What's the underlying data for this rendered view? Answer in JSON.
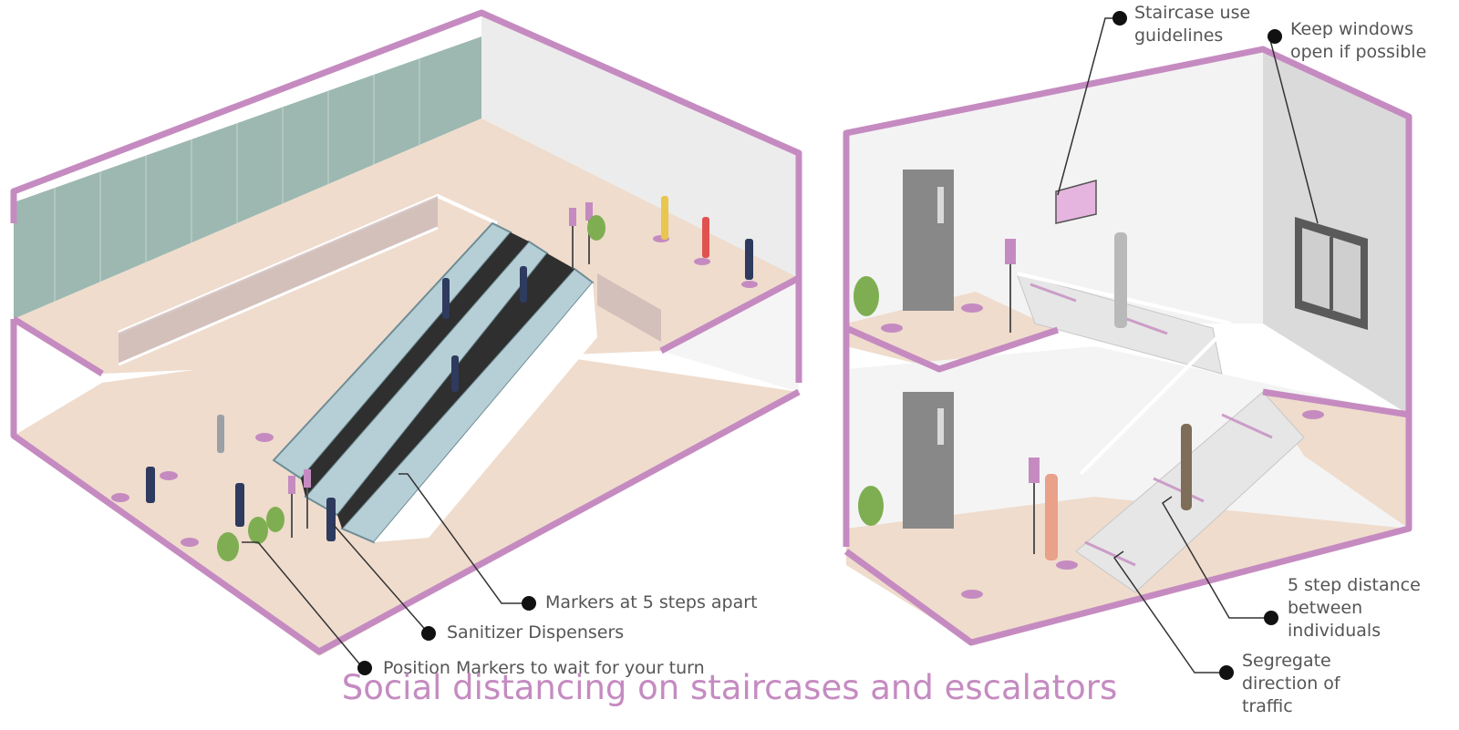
{
  "caption": "Social distancing on staircases and escalators",
  "callouts": {
    "markers_5_steps": "Markers at 5 steps apart",
    "sanitizer": "Sanitizer Dispensers",
    "position_markers": "Position Markers to wait for your turn",
    "staircase_guidelines": [
      "Staircase use",
      "guidelines"
    ],
    "windows": [
      "Keep windows",
      "open if possible"
    ],
    "step_distance": [
      "5 step distance",
      "between",
      "individuals"
    ],
    "segregate": [
      "Segregate",
      "direction of",
      "traffic"
    ]
  },
  "colors": {
    "accent": "#c58bc1",
    "floor": "#efdccd",
    "wall": "#ececec",
    "glass": "#9db8b0",
    "text": "#555555"
  }
}
